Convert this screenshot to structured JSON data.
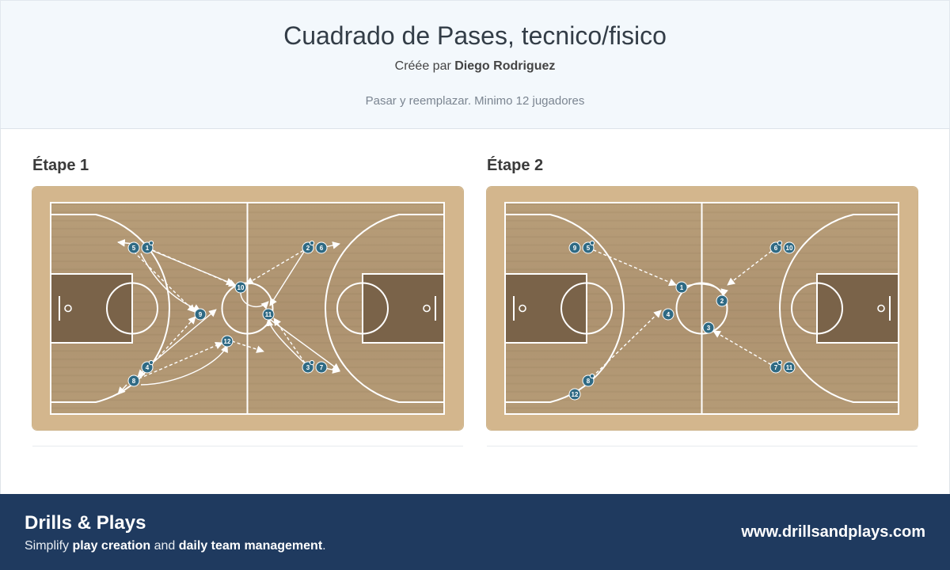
{
  "header": {
    "title": "Cuadrado de Pases, tecnico/fisico",
    "byline_prefix": "Créée par",
    "author": "Diego Rodriguez",
    "description": "Pasar y reemplazar. Minimo 12 jugadores"
  },
  "steps": [
    {
      "title": "Étape 1",
      "players": [
        {
          "label": "5",
          "ball": false
        },
        {
          "label": "1",
          "ball": true
        },
        {
          "label": "2",
          "ball": true
        },
        {
          "label": "6",
          "ball": false
        },
        {
          "label": "10",
          "ball": false
        },
        {
          "label": "9",
          "ball": false
        },
        {
          "label": "11",
          "ball": false
        },
        {
          "label": "12",
          "ball": false
        },
        {
          "label": "4",
          "ball": true
        },
        {
          "label": "8",
          "ball": false
        },
        {
          "label": "3",
          "ball": true
        },
        {
          "label": "7",
          "ball": false
        }
      ]
    },
    {
      "title": "Étape 2",
      "players": [
        {
          "label": "9",
          "ball": false
        },
        {
          "label": "5",
          "ball": true
        },
        {
          "label": "6",
          "ball": true
        },
        {
          "label": "10",
          "ball": false
        },
        {
          "label": "1",
          "ball": false
        },
        {
          "label": "2",
          "ball": false
        },
        {
          "label": "4",
          "ball": false
        },
        {
          "label": "3",
          "ball": false
        },
        {
          "label": "8",
          "ball": true
        },
        {
          "label": "12",
          "ball": false
        },
        {
          "label": "7",
          "ball": true
        },
        {
          "label": "11",
          "ball": false
        }
      ]
    }
  ],
  "footer": {
    "brand": "Drills & Plays",
    "tagline_1": "Simplify ",
    "tagline_b1": "play creation",
    "tagline_2": " and ",
    "tagline_b2": "daily team management",
    "tagline_3": ".",
    "url": "www.drillsandplays.com"
  },
  "colors": {
    "header_bg": "#f3f8fc",
    "footer_bg": "#1f3a5f",
    "court_wood": "#b59a74",
    "paint": "#7a6349",
    "player": "#2f6a84",
    "ball": "#e08a1e"
  }
}
